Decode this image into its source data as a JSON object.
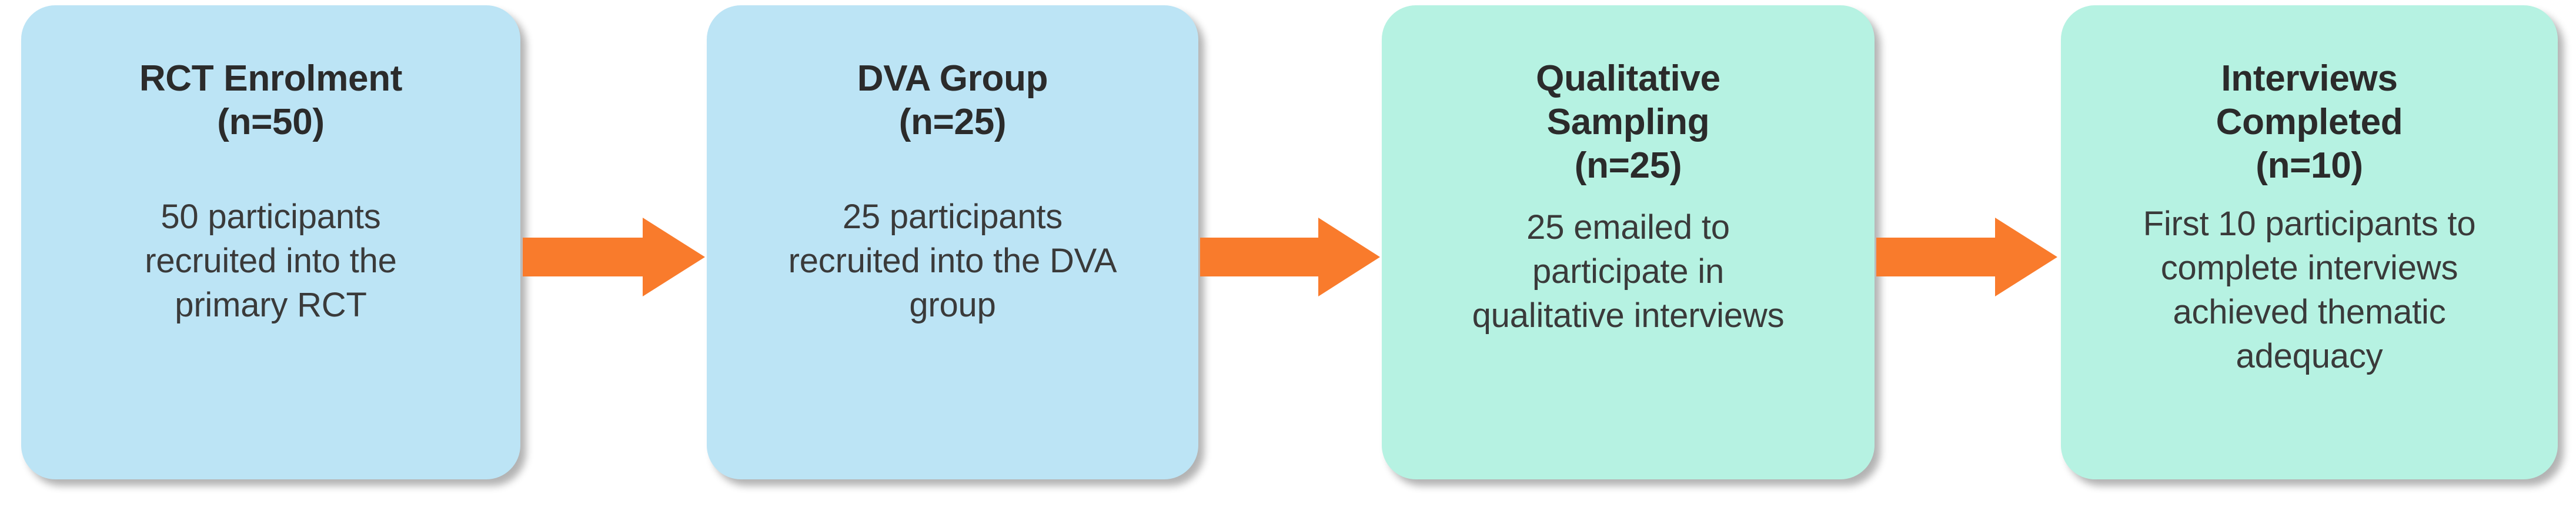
{
  "diagram": {
    "type": "horizontal-flowchart",
    "background_color": "#ffffff",
    "accent_color": "#f97b2c",
    "node_colors": {
      "stage_blue": "#bce4f5",
      "stage_green": "#b6f2e2",
      "text_dark": "#2b2b2b"
    },
    "nodes": [
      {
        "id": "rct-enrolment",
        "title": "RCT Enrolment\n(n=50)",
        "body": "50 participants\nrecruited into the\nprimary RCT",
        "color": "#bce4f5",
        "n": 50
      },
      {
        "id": "dva-group",
        "title": "DVA Group\n(n=25)",
        "body": "25 participants\nrecruited into the DVA\ngroup",
        "color": "#bce4f5",
        "n": 25
      },
      {
        "id": "qualitative-sampling",
        "title": "Qualitative\nSampling\n(n=25)",
        "body": "25 emailed to\nparticipate in\nqualitative interviews",
        "color": "#b6f2e2",
        "n": 25
      },
      {
        "id": "interviews-completed",
        "title": "Interviews\nCompleted\n(n=10)",
        "body": "First 10 participants to\ncomplete interviews\nachieved thematic\nadequacy",
        "color": "#b6f2e2",
        "n": 10
      }
    ],
    "connectors": [
      {
        "id": "arrow-1",
        "from": "rct-enrolment",
        "to": "dva-group",
        "direction": "right",
        "color": "#f97b2c"
      },
      {
        "id": "arrow-2",
        "from": "dva-group",
        "to": "qualitative-sampling",
        "direction": "right",
        "color": "#f97b2c"
      },
      {
        "id": "arrow-3",
        "from": "qualitative-sampling",
        "to": "interviews-completed",
        "direction": "right",
        "color": "#f97b2c"
      }
    ]
  }
}
